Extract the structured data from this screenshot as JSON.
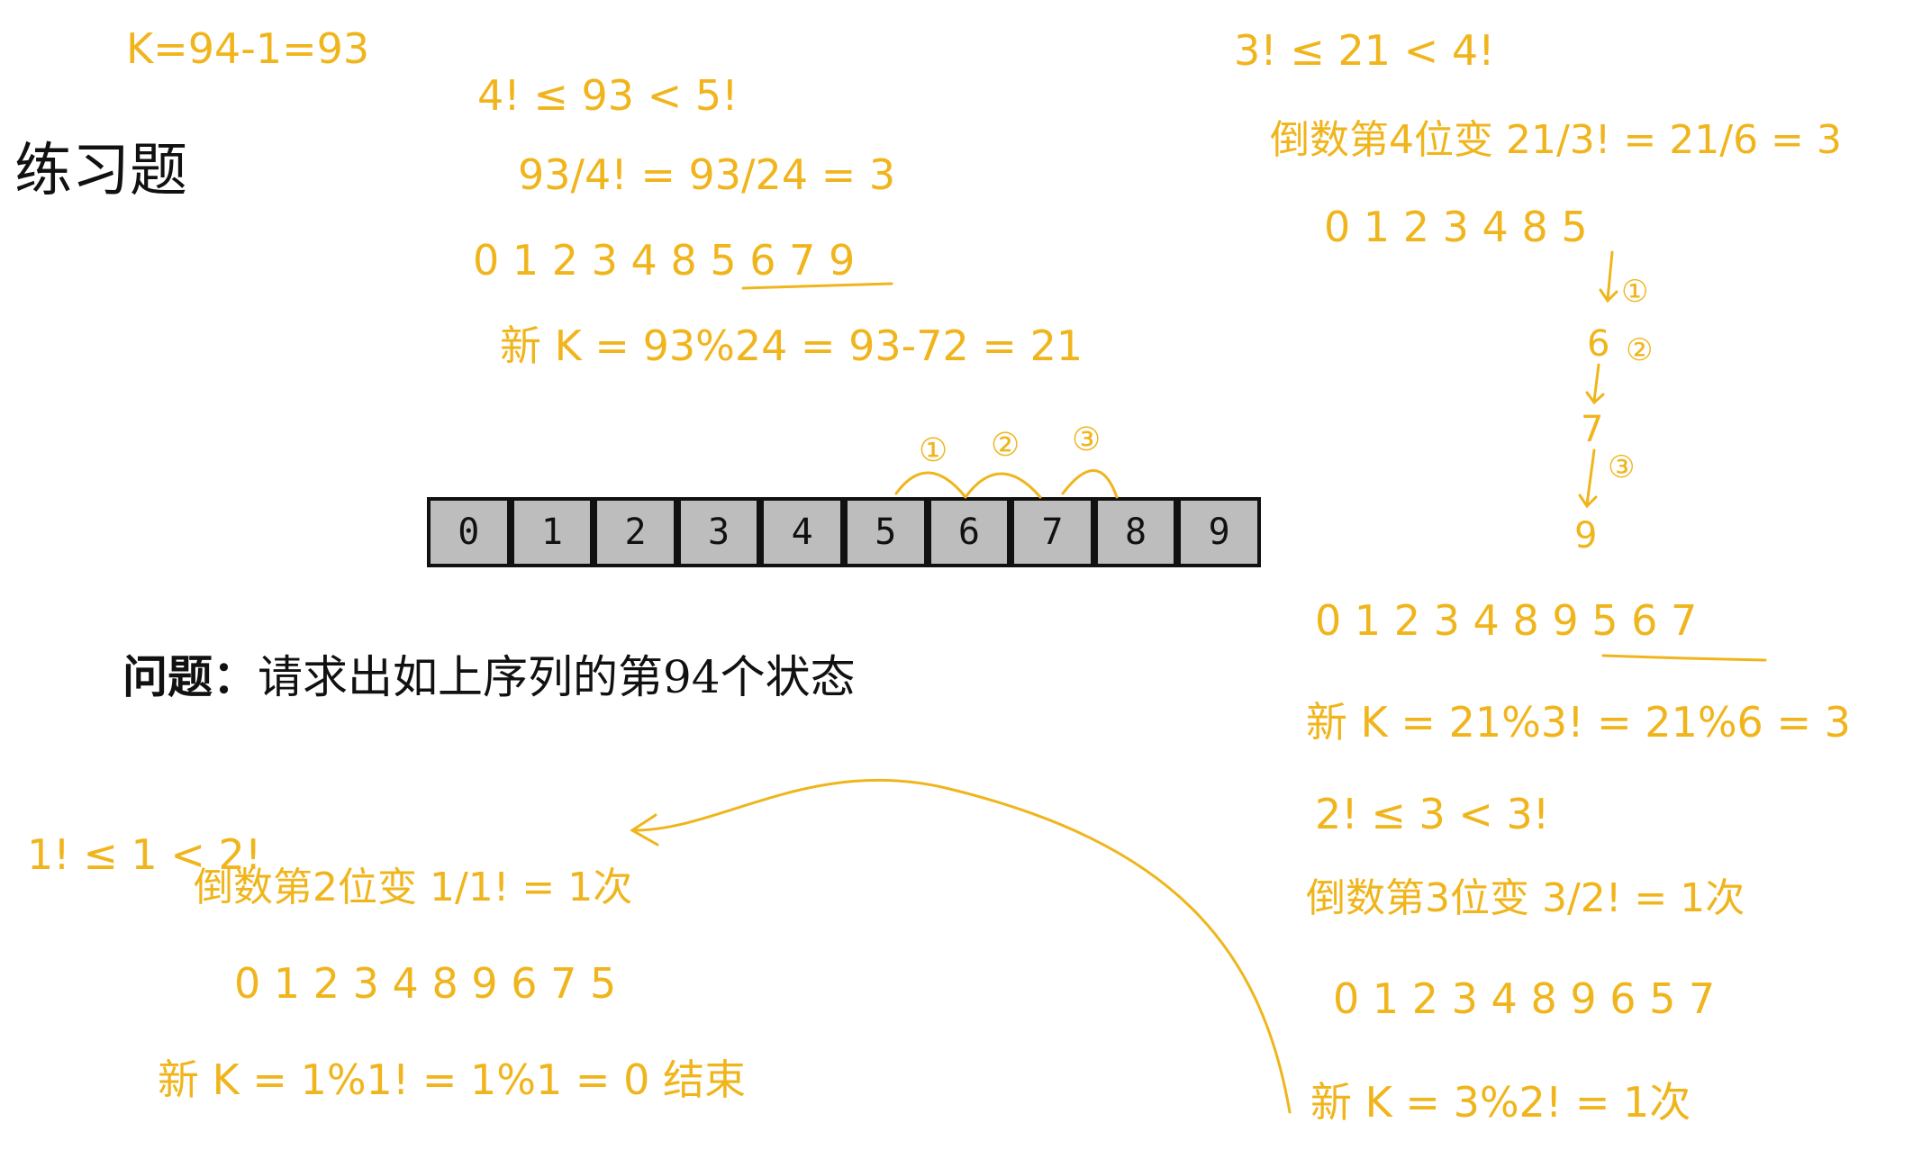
{
  "slide": {
    "title": "练习题"
  },
  "sequence": {
    "cells": [
      "0",
      "1",
      "2",
      "3",
      "4",
      "5",
      "6",
      "7",
      "8",
      "9"
    ]
  },
  "question": {
    "label": "问题：",
    "text": "请求出如上序列的第94个状态"
  },
  "notes": {
    "top_left": [
      "K=94-1=93"
    ],
    "block_center": [
      "4! ≤ 93 < 5!",
      "93/4! = 93/24 = 3",
      "0 1 2 3 4 8 5 6 7 9",
      "新 K = 93%24 = 93-72 = 21"
    ],
    "swap_markers": [
      "①",
      "②",
      "③"
    ],
    "block_right": [
      "3! ≤ 21 < 4!",
      "倒数第4位变 21/3! = 21/6 = 3",
      "0 1 2 3 4 8 5",
      "0 1 2 3 4 8 9 5 6 7",
      "新 K = 21%3! = 21%6 = 3",
      "2! ≤ 3 < 3!",
      "倒数第3位变 3/2! = 1次",
      "0 1 2 3 4 8 9 6 5 7",
      "新 K = 3%2! = 1次"
    ],
    "chain": [
      "①",
      "6",
      "②",
      "7",
      "③",
      "9"
    ],
    "block_bottom_left": [
      "1! ≤ 1 < 2!",
      "倒数第2位变 1/1! = 1次",
      "0 1 2 3 4 8 9 6 7 5",
      "新 K = 1%1! = 1%1 = 0 结束"
    ]
  }
}
